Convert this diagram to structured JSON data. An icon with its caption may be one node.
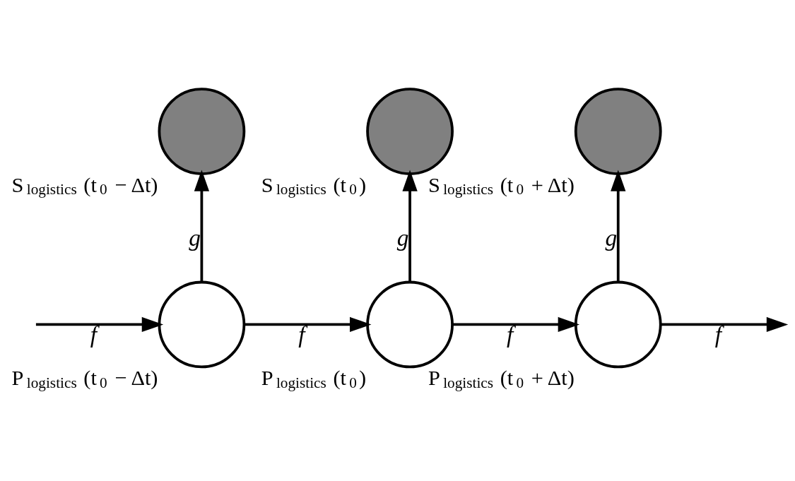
{
  "diagram": {
    "nodes": [
      {
        "text": [],
        "shape": "circle",
        "beside": [
          "S$_{logistics}$ (t$_{0}$ − Δt)"
        ]
      },
      {
        "text": [],
        "shape": "circle",
        "beside": [
          "S$_{logistics}$ (t$_{0}$)"
        ]
      },
      {
        "text": [],
        "shape": "circle",
        "beside": [
          "S$_{logistics}$ (t$_{0}$ + Δt)"
        ]
      },
      {
        "text": [],
        "shape": "circle",
        "beside": [
          "P$_{logistics}$ (t$_{0}$ − Δt)"
        ]
      },
      {
        "text": [],
        "shape": "circle",
        "beside": [
          "P$_{logistics}$ (t$_{0}$)"
        ]
      },
      {
        "text": [],
        "shape": "circle",
        "beside": [
          "P$_{logistics}$ (t$_{0}$ + Δt)"
        ]
      }
    ],
    "edges": [
      {
        "from": null,
        "to": 3,
        "arrow": "to",
        "label": "f"
      },
      {
        "from": 3,
        "to": 4,
        "arrow": "to",
        "label": "f"
      },
      {
        "from": 4,
        "to": 5,
        "arrow": "to",
        "label": "f"
      },
      {
        "from": 5,
        "to": null,
        "arrow": "to",
        "label": "f"
      },
      {
        "from": 3,
        "to": 0,
        "arrow": "to",
        "label": "g"
      },
      {
        "from": 4,
        "to": 1,
        "arrow": "to",
        "label": "g"
      },
      {
        "from": 5,
        "to": 2,
        "arrow": "to",
        "label": "g"
      }
    ]
  }
}
